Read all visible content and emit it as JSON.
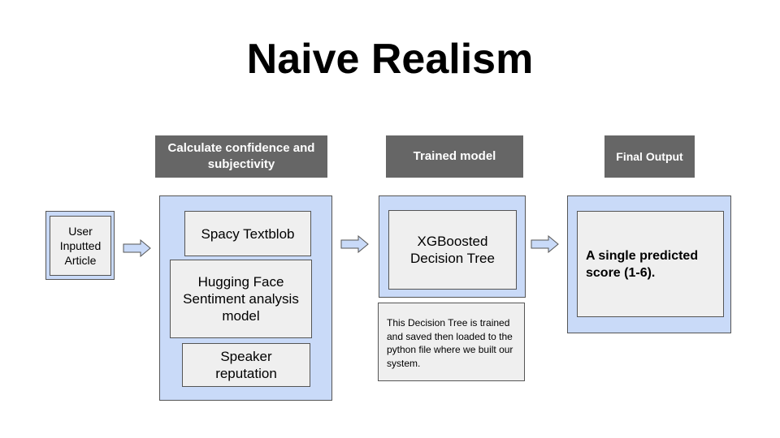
{
  "title": "Naive Realism",
  "headers": {
    "confidence": "Calculate confidence and subjectivity",
    "trained": "Trained model",
    "final": "Final Output"
  },
  "input": {
    "label": "User Inputted Article"
  },
  "stage1": {
    "items": [
      "Spacy Textblob",
      "Hugging Face Sentiment analysis model",
      "Speaker reputation"
    ]
  },
  "stage2": {
    "model": "XGBoosted Decision Tree",
    "note": "This Decision Tree is trained and saved then loaded to the python file where we built our system."
  },
  "stage3": {
    "output": "A single predicted score (1-6)."
  },
  "colors": {
    "panel": "#c9daf8",
    "box": "#efefef",
    "header": "#666666"
  }
}
